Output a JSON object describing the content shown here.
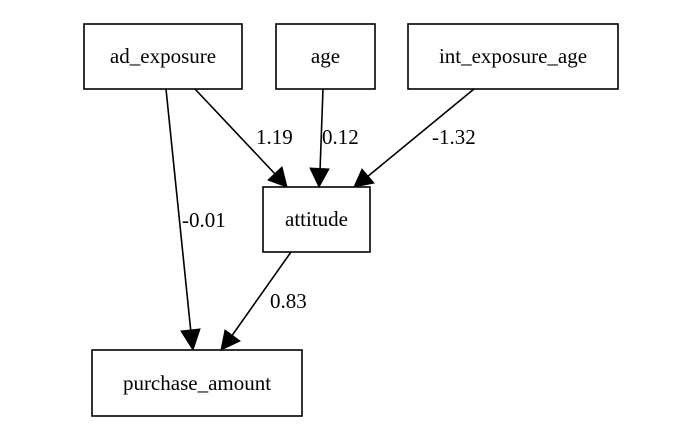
{
  "diagram": {
    "nodes": {
      "ad_exposure": "ad_exposure",
      "age": "age",
      "int_exposure_age": "int_exposure_age",
      "attitude": "attitude",
      "purchase_amount": "purchase_amount"
    },
    "edges": {
      "ad_exposure_to_attitude": "1.19",
      "age_to_attitude": "0.12",
      "int_exposure_age_to_attitude": "-1.32",
      "ad_exposure_to_purchase_amount": "-0.01",
      "attitude_to_purchase_amount": "0.83"
    },
    "colors": {
      "stroke": "#000000",
      "background": "#ffffff"
    }
  }
}
